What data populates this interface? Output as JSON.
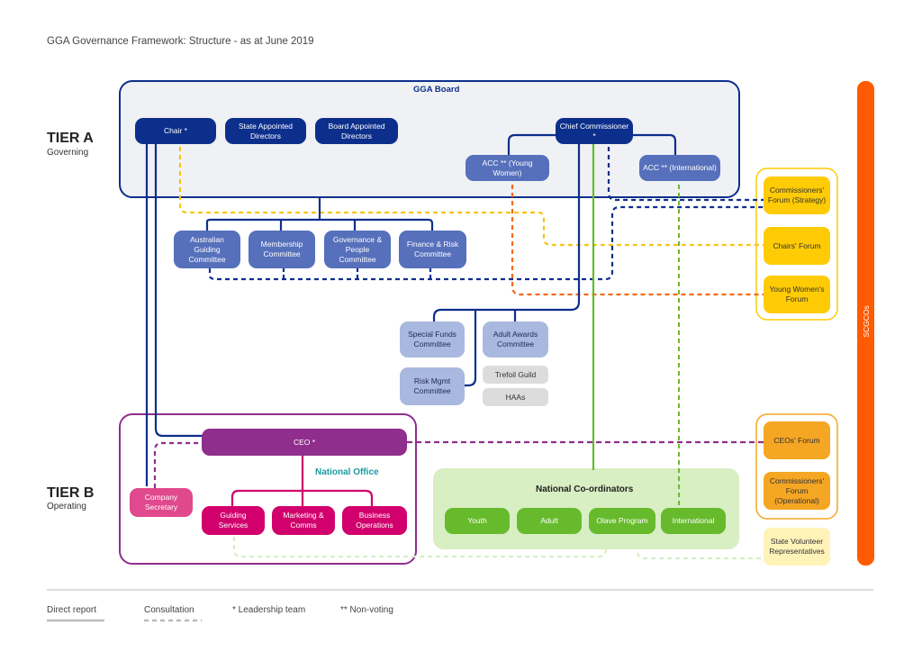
{
  "title": "GGA Governance Framework: Structure - as at June 2019",
  "tiers": {
    "a": {
      "label": "TIER A",
      "sub": "Governing"
    },
    "b": {
      "label": "TIER B",
      "sub": "Operating"
    }
  },
  "board": {
    "title": "GGA Board"
  },
  "nodes": {
    "chair": "Chair *",
    "state_directors": "State Appointed Directors",
    "board_directors": "Board Appointed Directors",
    "chief_commissioner": "Chief Commissioner *",
    "acc_young_women": "ACC ** (Young Women)",
    "acc_international": "ACC ** (International)",
    "australian_guiding": "Australian Guiding Committee",
    "membership": "Membership Committee",
    "governance_people": "Governance & People Committee",
    "finance_risk": "Finance & Risk Committee",
    "special_funds": "Special Funds Committee",
    "adult_awards": "Adult Awards Committee",
    "risk_mgmt": "Risk Mgmt Committee",
    "trefoil_guild": "Trefoil Guild",
    "haas": "HAAs",
    "ceo": "CEO *",
    "company_secretary": "Company Secretary",
    "guiding_services": "Guiding Services",
    "marketing_comms": "Marketing & Comms",
    "business_operations": "Business Operations",
    "youth": "Youth",
    "adult": "Adult",
    "olave_program": "Olave Program",
    "international": "International"
  },
  "national_office": "National Office",
  "national_coordinators": "National Co-ordinators",
  "forums": {
    "commissioners_strategy": "Commissioners' Forum (Strategy)",
    "chairs": "Chairs' Forum",
    "young_womens": "Young Women's Forum",
    "ceos": "CEOs' Forum",
    "commissioners_operational": "Commissioners' Forum (Operational)",
    "state_volunteer_reps": "State Volunteer Representatives"
  },
  "sidebar": {
    "label": "SCGCOs"
  },
  "legend": {
    "direct_report": "Direct report",
    "consultation": "Consultation",
    "leadership_team": "* Leadership team",
    "non_voting": "** Non-voting"
  },
  "colors": {
    "navy": "#0d2f8c",
    "mid_blue": "#5670bb",
    "lavender": "#a9b8df",
    "green": "#67ba2c",
    "light_green": "#d8eec3",
    "magenta": "#d1006c",
    "purple": "#8f2e8c",
    "gold": "#ffcb05",
    "orange": "#ff5a00",
    "dashed_yellow": "#f5c518",
    "dashed_orange": "#f26a1b"
  }
}
